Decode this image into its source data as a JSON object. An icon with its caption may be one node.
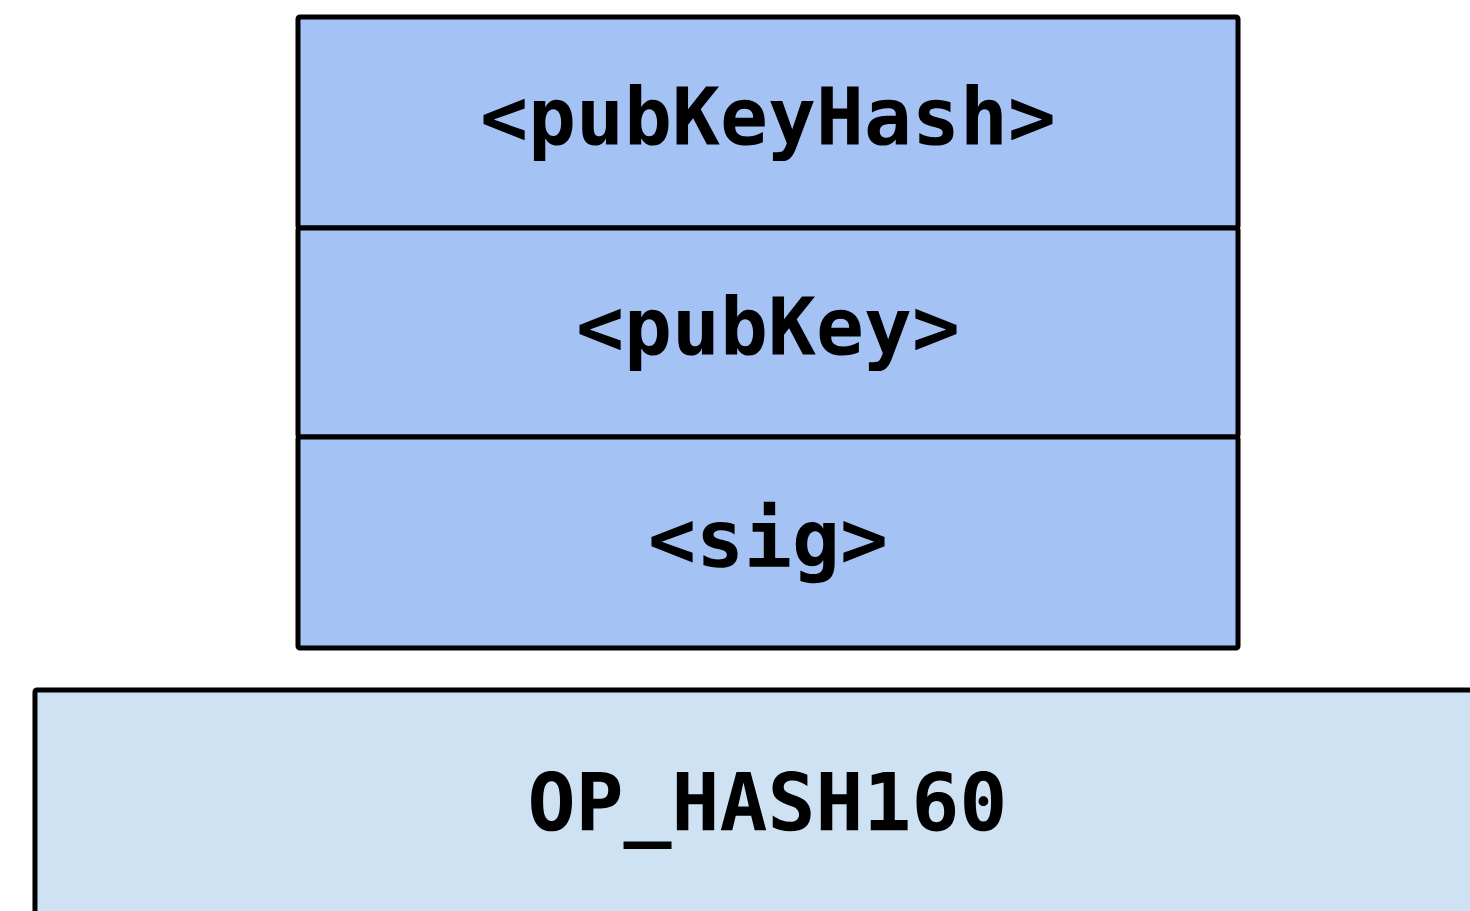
{
  "diagram": {
    "nodes": [
      {
        "text": [
          "<pubKeyHash>"
        ]
      },
      {
        "text": [
          "<pubKey>"
        ]
      },
      {
        "text": [
          "<sig>"
        ]
      },
      {
        "text": [
          "OP_HASH160"
        ]
      }
    ]
  }
}
